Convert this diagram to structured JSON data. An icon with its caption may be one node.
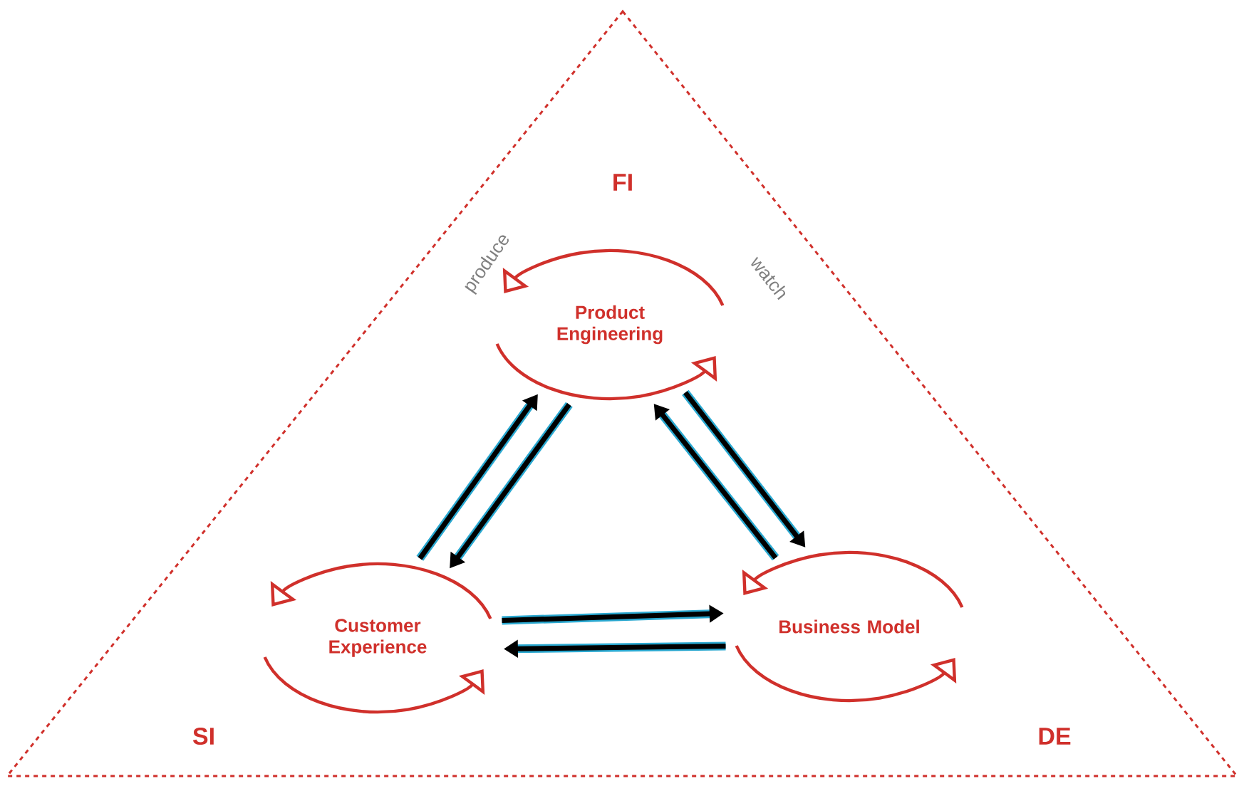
{
  "diagram": {
    "nodes": [
      {
        "text": [
          "Product Engineering"
        ],
        "beside": [
          "produce",
          "watch"
        ]
      },
      {
        "text": [
          "Customer Experience"
        ]
      },
      {
        "text": [
          "Business Model"
        ]
      }
    ],
    "edges": [
      {
        "from": 0,
        "to": 1,
        "arrow": "to"
      },
      {
        "from": 1,
        "to": 0,
        "arrow": "to"
      },
      {
        "from": 0,
        "to": 2,
        "arrow": "to"
      },
      {
        "from": 2,
        "to": 0,
        "arrow": "to"
      },
      {
        "from": 2,
        "to": 1,
        "arrow": "to"
      },
      {
        "from": 1,
        "to": 2,
        "arrow": "to"
      }
    ],
    "labels": [
      "FI",
      "SI",
      "DE"
    ]
  }
}
